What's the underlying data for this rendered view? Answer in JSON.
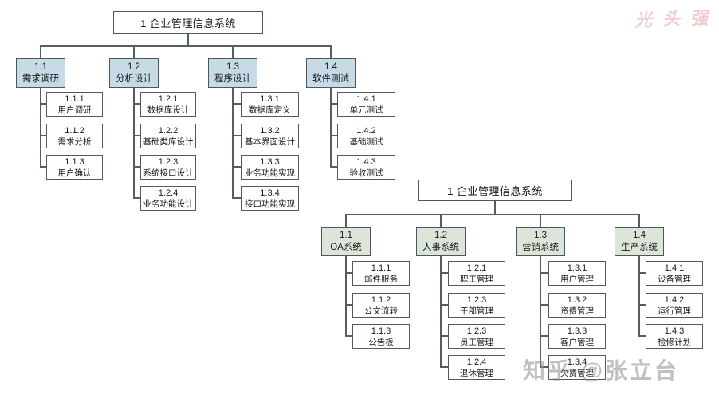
{
  "watermarks": {
    "top_right": "光头强",
    "bottom_right": "知乎 @张立台"
  },
  "colors": {
    "branch_fill_top": "#c6dbe5",
    "branch_fill_bottom": "#dbe6d8",
    "box_border": "#4d565e",
    "connector": "#565e63",
    "background": "#ffffff"
  },
  "diagram_top": {
    "root": "1 企业管理信息系统",
    "branches": [
      {
        "id": "1.1",
        "label": "需求调研",
        "children": [
          {
            "id": "1.1.1",
            "label": "用户调研"
          },
          {
            "id": "1.1.2",
            "label": "需求分析"
          },
          {
            "id": "1.1.3",
            "label": "用户确认"
          }
        ]
      },
      {
        "id": "1.2",
        "label": "分析设计",
        "children": [
          {
            "id": "1.2.1",
            "label": "数据库设计"
          },
          {
            "id": "1.2.2",
            "label": "基础类库设计"
          },
          {
            "id": "1.2.3",
            "label": "系统接口设计"
          },
          {
            "id": "1.2.4",
            "label": "业务功能设计"
          }
        ]
      },
      {
        "id": "1.3",
        "label": "程序设计",
        "children": [
          {
            "id": "1.3.1",
            "label": "数据库定义"
          },
          {
            "id": "1.3.2",
            "label": "基本界面设计"
          },
          {
            "id": "1.3.3",
            "label": "业务功能实现"
          },
          {
            "id": "1.3.4",
            "label": "接口功能实现"
          }
        ]
      },
      {
        "id": "1.4",
        "label": "软件测试",
        "children": [
          {
            "id": "1.4.1",
            "label": "单元测试"
          },
          {
            "id": "1.4.2",
            "label": "基础测试"
          },
          {
            "id": "1.4.3",
            "label": "验收测试"
          }
        ]
      }
    ]
  },
  "diagram_bottom": {
    "root": "1 企业管理信息系统",
    "branches": [
      {
        "id": "1.1",
        "label": "OA系统",
        "children": [
          {
            "id": "1.1.1",
            "label": "邮件服务"
          },
          {
            "id": "1.1.2",
            "label": "公文流转"
          },
          {
            "id": "1.1.3",
            "label": "公告板"
          }
        ]
      },
      {
        "id": "1.2",
        "label": "人事系统",
        "children": [
          {
            "id": "1.2.1",
            "label": "职工管理"
          },
          {
            "id": "1.2.3",
            "label": "干部管理"
          },
          {
            "id": "1.2.3",
            "label": "员工管理"
          },
          {
            "id": "1.2.4",
            "label": "退休管理"
          }
        ]
      },
      {
        "id": "1.3",
        "label": "营销系统",
        "children": [
          {
            "id": "1.3.1",
            "label": "用户管理"
          },
          {
            "id": "1.3.2",
            "label": "资费管理"
          },
          {
            "id": "1.3.3",
            "label": "客户管理"
          },
          {
            "id": "1.3.4",
            "label": "欠费管理"
          }
        ]
      },
      {
        "id": "1.4",
        "label": "生产系统",
        "children": [
          {
            "id": "1.4.1",
            "label": "设备管理"
          },
          {
            "id": "1.4.2",
            "label": "运行管理"
          },
          {
            "id": "1.4.3",
            "label": "检修计划"
          }
        ]
      }
    ]
  }
}
